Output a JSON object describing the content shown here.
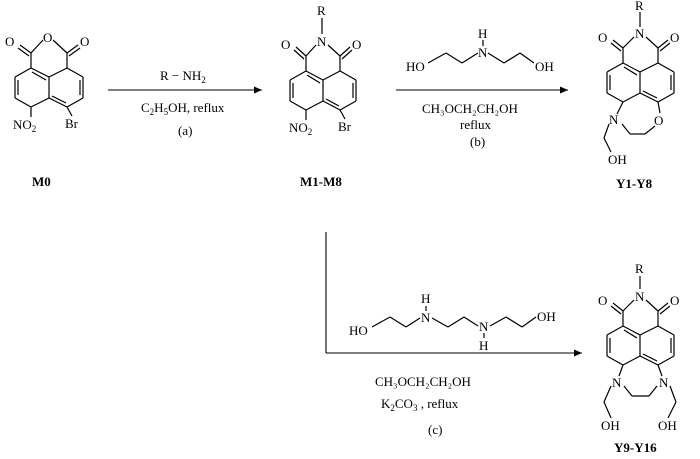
{
  "compounds": {
    "m0": {
      "name": "M0",
      "nitro": "NO",
      "nitro_sub": "2",
      "bromo": "Br",
      "oxygen": "O"
    },
    "m1": {
      "name": "M1-M8",
      "r": "R",
      "n": "N",
      "nitro": "NO",
      "nitro_sub": "2",
      "bromo": "Br",
      "oxygen": "O"
    },
    "y1": {
      "name": "Y1-Y8",
      "r": "R",
      "n": "N",
      "oxygen": "O",
      "oh": "OH"
    },
    "y9": {
      "name": "Y9-Y16",
      "r": "R",
      "n": "N",
      "oxygen": "O",
      "oh": "OH"
    }
  },
  "reactions": {
    "a": {
      "reagent_r": "R",
      "reagent_nh": "NH",
      "reagent_sub": "2",
      "solvent_pre": "C",
      "solvent_s1": "2",
      "solvent_mid": "H",
      "solvent_s2": "5",
      "solvent_post": "OH, reflux",
      "step": "(a)"
    },
    "b": {
      "reagent_ho": "HO",
      "reagent_h": "H",
      "reagent_n": "N",
      "reagent_oh": "OH",
      "solvent": "CH₃OCH₂CH₂OH",
      "condition": "reflux",
      "step": "(b)"
    },
    "c": {
      "reagent_ho": "HO",
      "reagent_h": "H",
      "reagent_n": "N",
      "reagent_oh": "OH",
      "solvent": "CH₃OCH₂CH₂OH",
      "base_pre": "K",
      "base_s1": "2",
      "base_mid": "CO",
      "base_s2": "3",
      "base_post": " ,  reflux",
      "step": "(c)"
    }
  }
}
